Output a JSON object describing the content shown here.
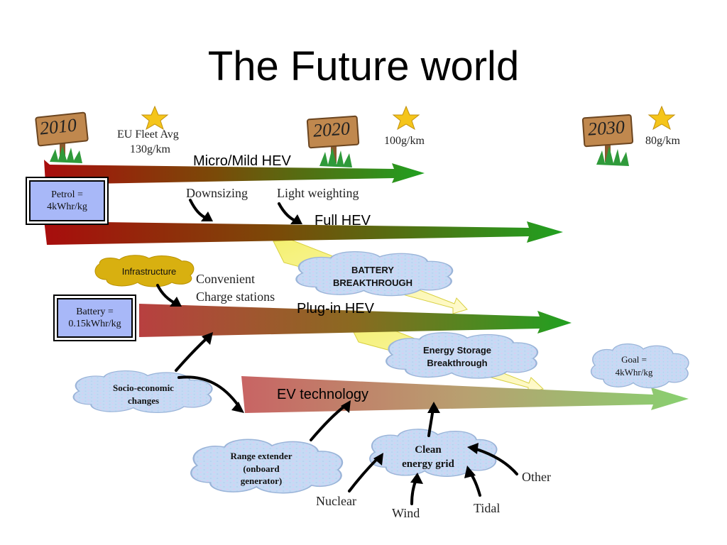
{
  "title": "The Future world",
  "milestones": [
    {
      "year": "2010",
      "note_line1": "EU Fleet Avg",
      "note_line2": "130g/km"
    },
    {
      "year": "2020",
      "note_line1": "100g/km"
    },
    {
      "year": "2030",
      "note_line1": "80g/km"
    }
  ],
  "boxes": {
    "petrol": {
      "line1": "Petrol =",
      "line2": "4kWhr/kg"
    },
    "battery": {
      "line1": "Battery =",
      "line2": "0.15kWhr/kg"
    }
  },
  "arrows": {
    "micro_mild_hev": "Micro/Mild HEV",
    "full_hev": "Full HEV",
    "plug_in_hev": "Plug-in HEV",
    "ev_technology": "EV technology"
  },
  "labels": {
    "downsizing": "Downsizing",
    "light_weighting": "Light weighting",
    "convenient_line1": "Convenient",
    "convenient_line2": "Charge stations",
    "nuclear": "Nuclear",
    "wind": "Wind",
    "tidal": "Tidal",
    "other": "Other"
  },
  "clouds": {
    "infrastructure": "Infrastructure",
    "battery_line1": "BATTERY",
    "battery_line2": "BREAKTHROUGH",
    "energy_line1": "Energy Storage",
    "energy_line2": "Breakthrough",
    "goal_line1": "Goal =",
    "goal_line2": "4kWhr/kg",
    "socio_line1": "Socio-economic",
    "socio_line2": "changes",
    "range_line1": "Range extender",
    "range_line2": "(onboard",
    "range_line3": "generator)",
    "clean_line1": "Clean",
    "clean_line2": "energy grid"
  },
  "colors": {
    "arrow_start": "#b01010",
    "arrow_end": "#1f9a1f",
    "ev_start": "#c86464",
    "ev_end": "#8ad070",
    "box_fill": "#a8b8f8",
    "cloud_fill": "#c8dcf4",
    "infra_fill": "#d8b010",
    "star": "#f5c51a",
    "sign": "#b8834e",
    "grass": "#2f9a3a"
  }
}
